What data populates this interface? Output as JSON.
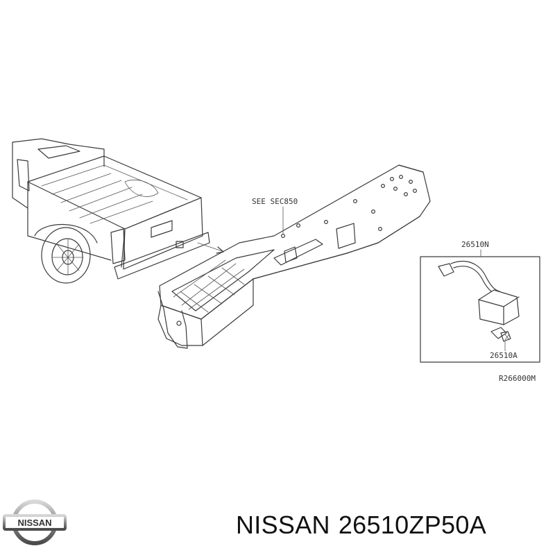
{
  "labels": {
    "see_sec": "SEE SEC850",
    "part_assembly": "26510N",
    "part_bulb": "26510A",
    "diagram_code": "R266000M"
  },
  "caption": {
    "brand": "NISSAN",
    "part_number": "26510ZP50A"
  },
  "logo": {
    "text": "NISSAN"
  }
}
